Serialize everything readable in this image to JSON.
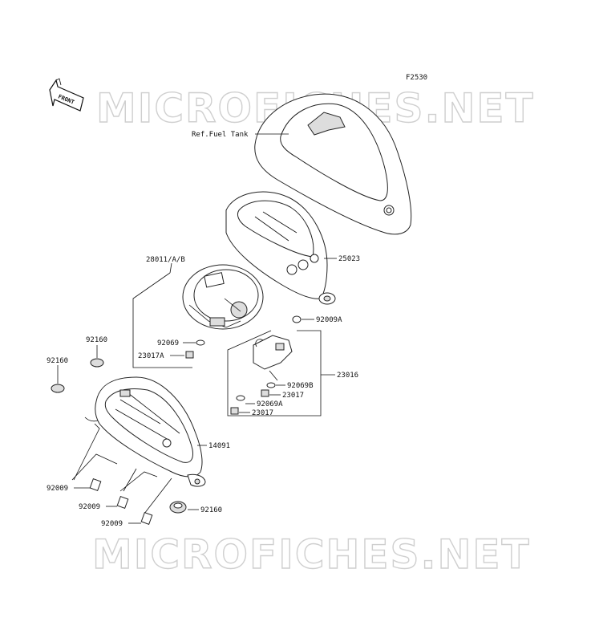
{
  "diagram_code": "F2530",
  "front_label": "FRONT",
  "watermark": "MICROFICHES.NET",
  "labels": {
    "ref_fuel_tank": "Ref.Fuel Tank",
    "p25023": "25023",
    "p28011": "28011/A/B",
    "p92069": "92069",
    "p23017A": "23017A",
    "p92009A_top": "92009A",
    "p23016": "23016",
    "p92069B": "92069B",
    "p23017_a": "23017",
    "p92069A": "92069A",
    "p23017_b": "23017",
    "p92160_a": "92160",
    "p92160_b": "92160",
    "p14091": "14091",
    "p92009_a": "92009",
    "p92009_b": "92009",
    "p92009_c": "92009",
    "p92160_c": "92160"
  },
  "colors": {
    "line": "#111111",
    "watermark": "#cfcfcf"
  }
}
